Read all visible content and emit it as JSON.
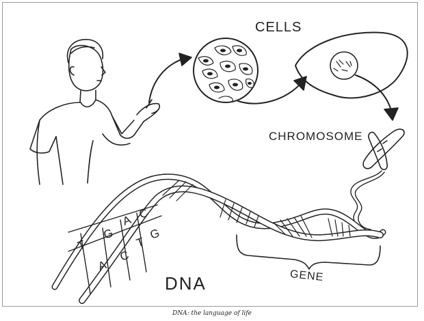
{
  "labels": {
    "cells": "CELLS",
    "chromosome": "CHROMOSOME",
    "gene": "GENE",
    "dna": "DNA"
  },
  "bases": [
    "T",
    "A",
    "G",
    "C",
    "A",
    "T",
    "C",
    "G"
  ],
  "caption": "DNA: the language of life"
}
